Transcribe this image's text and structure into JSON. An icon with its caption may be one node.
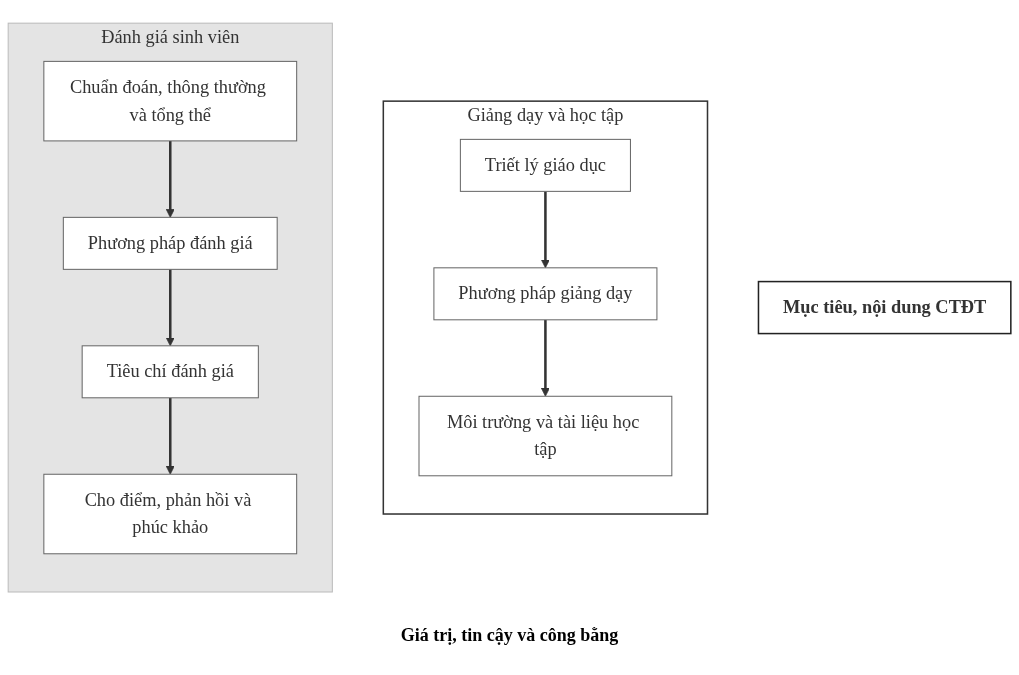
{
  "diagram": {
    "nodes": [
      {
        "text": [
          "Giảng dạy và học tập"
        ]
      },
      {
        "text": [
          "Triết lý giáo dục"
        ],
        "in": 0
      },
      {
        "text": [
          "Phương pháp giảng dạy"
        ],
        "in": 0
      },
      {
        "text": [
          "Môi trường và tài liệu học tập"
        ],
        "in": 0
      },
      {
        "text": [
          "Mục tiêu, nội dung CTĐT"
        ]
      },
      {
        "text": [
          "Đánh giá sinh viên"
        ]
      },
      {
        "text": [
          "Chuẩn đoán, thông thường và tổng thể"
        ],
        "in": 5
      },
      {
        "text": [
          "Phương pháp đánh giá"
        ],
        "in": 5
      },
      {
        "text": [
          "Tiêu chí đánh giá"
        ],
        "in": 5
      },
      {
        "text": [
          "Cho điểm, phản hồi và phúc khảo"
        ],
        "in": 5
      }
    ],
    "edges": [
      {
        "from": 1,
        "to": 2,
        "arrow": "to"
      },
      {
        "from": 2,
        "to": 3,
        "arrow": "to"
      },
      {
        "from": 6,
        "to": 7,
        "arrow": "to"
      },
      {
        "from": 7,
        "to": 8,
        "arrow": "to"
      },
      {
        "from": 8,
        "to": 9,
        "arrow": "to"
      }
    ],
    "labels": [
      "Giá trị, tin cậy và công bằng"
    ]
  }
}
